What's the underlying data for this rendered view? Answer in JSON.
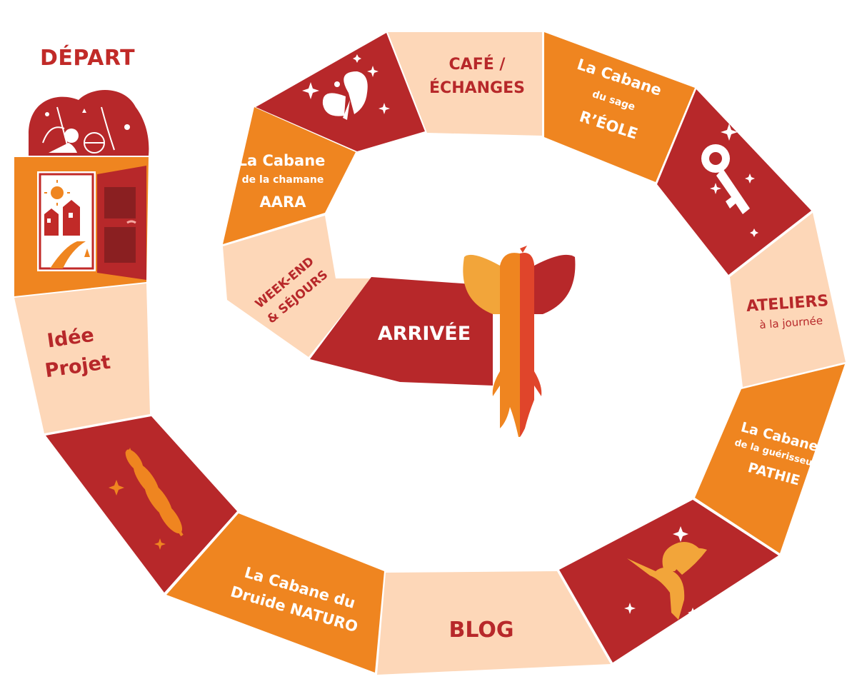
{
  "start_label": "DÉPART",
  "finish_label": "ARRIVÉE",
  "colors": {
    "dark_red": "#b7282a",
    "orange": "#ef8520",
    "peach": "#fdd7b8",
    "text_dark": "#b7282a",
    "text_light": "#ffffff",
    "phoenix_yellow": "#f2a53a",
    "phoenix_red": "#e0452b"
  },
  "spaces": {
    "idee_projet": {
      "line1": "Idée",
      "line2": "Projet"
    },
    "wheat": {
      "icon": "wheat-icon"
    },
    "druide": {
      "line1": "La Cabane du",
      "line2": "Druide NATURO"
    },
    "blog": {
      "label": "BLOG"
    },
    "hummingbird": {
      "icon": "hummingbird-icon"
    },
    "pathie": {
      "line1": "La Cabane",
      "line2": "de la guérisseuse",
      "line3": "PATHIE"
    },
    "ateliers": {
      "line1": "ATELIERS",
      "line2": "à la journée"
    },
    "key": {
      "icon": "key-icon"
    },
    "eole": {
      "line1": "La Cabane",
      "line2": "du sage",
      "line3": "R’ÉOLE"
    },
    "cafe": {
      "line1": "CAFÉ /",
      "line2": "ÉCHANGES"
    },
    "butterfly": {
      "icon": "butterfly-icon"
    },
    "aara": {
      "line1": "La Cabane",
      "line2": "de la chamane",
      "line3": "AARA"
    },
    "weekend": {
      "line1": "WEEK-END",
      "line2": "& SÉJOURS"
    }
  }
}
